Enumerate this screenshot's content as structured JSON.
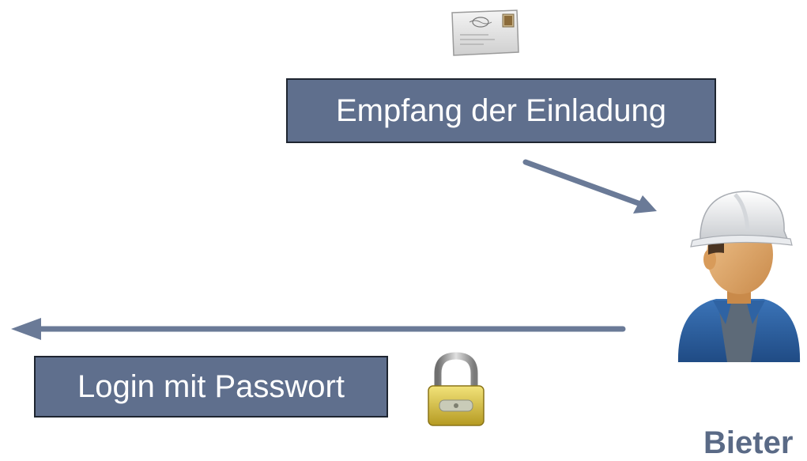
{
  "steps": {
    "invitation": "Empfang der Einladung",
    "login": "Login mit Passwort"
  },
  "actor": {
    "label": "Bieter"
  },
  "icons": {
    "envelope": "envelope-icon",
    "padlock": "padlock-icon",
    "worker": "construction-worker-icon"
  },
  "colors": {
    "box_fill": "#5f6f8d",
    "box_border": "#1e2530",
    "arrow": "#6a7a97",
    "label": "#5a6a86"
  }
}
